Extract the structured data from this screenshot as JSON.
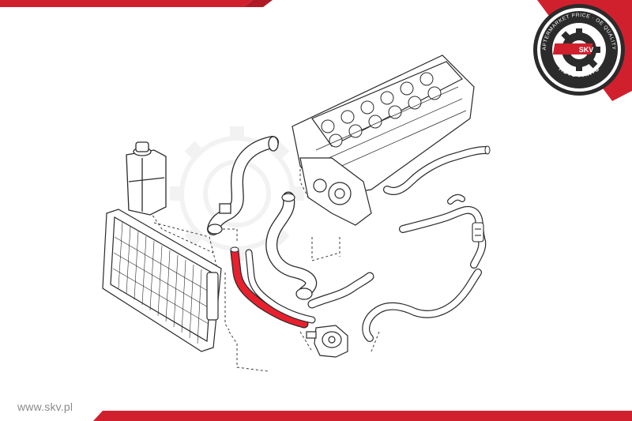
{
  "brand": {
    "website": "www.skv.pl",
    "badge_center": "SKV",
    "badge_ring_text": "AFTERMARKET PRICE · OE QUALITY",
    "badge_bottom_text": "AUTO PARTS",
    "accent_color": "#d0202e",
    "dark_color": "#2b2b2b"
  },
  "diagram": {
    "highlight_color": "#e8202e",
    "line_color": "#2a2a2a"
  }
}
